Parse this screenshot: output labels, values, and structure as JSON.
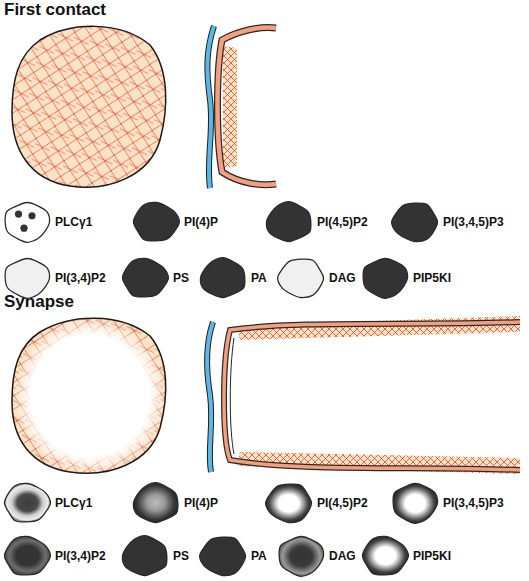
{
  "diagram": {
    "nodes": [
      {
        "text": [
          "PLCγ1"
        ]
      },
      {
        "text": [
          "PI(4)P"
        ]
      },
      {
        "text": [
          "PI(4,5)P2"
        ]
      },
      {
        "text": [
          "PI(3,4,5)P3"
        ]
      },
      {
        "text": [
          "PI(3,4)P2"
        ]
      },
      {
        "text": [
          "PS"
        ]
      },
      {
        "text": [
          "PA"
        ]
      },
      {
        "text": [
          "DAG"
        ]
      },
      {
        "text": [
          "PIP5KI"
        ]
      },
      {
        "text": [
          "PLCγ1"
        ]
      },
      {
        "text": [
          "PI(4)P"
        ]
      },
      {
        "text": [
          "PI(4,5)P2"
        ]
      },
      {
        "text": [
          "PI(3,4,5)P3"
        ]
      },
      {
        "text": [
          "PI(3,4)P2"
        ]
      },
      {
        "text": [
          "PS"
        ]
      },
      {
        "text": [
          "PA"
        ]
      },
      {
        "text": [
          "DAG"
        ]
      },
      {
        "text": [
          "PIP5KI"
        ]
      }
    ],
    "labels": [
      "First contact",
      "Synapse"
    ]
  }
}
